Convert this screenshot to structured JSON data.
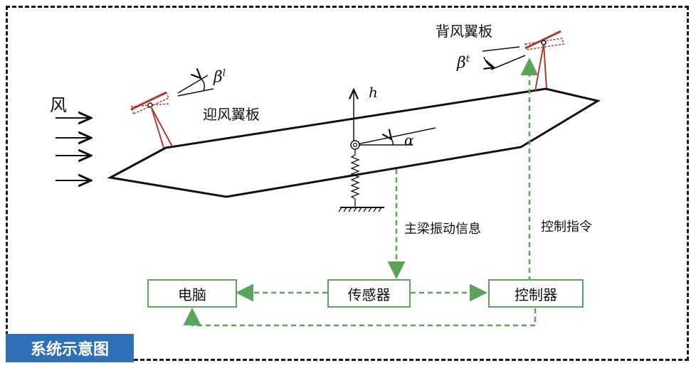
{
  "labels": {
    "wind": "风",
    "leading_flap": "迎风翼板",
    "trailing_flap": "背风翼板",
    "beta_l_base": "β",
    "beta_l_sup": "l",
    "beta_t_base": "β",
    "beta_t_sup": "t",
    "h": "h",
    "alpha": "α",
    "vibration_info": "主梁振动信息",
    "control_command": "控制指令"
  },
  "boxes": {
    "computer": "电脑",
    "sensor": "传感器",
    "controller": "控制器"
  },
  "badge": "系统示意图",
  "colors": {
    "signal_green": "#5aa55a",
    "flap_red": "#b03a2e",
    "badge_blue": "#2f6fb5"
  }
}
